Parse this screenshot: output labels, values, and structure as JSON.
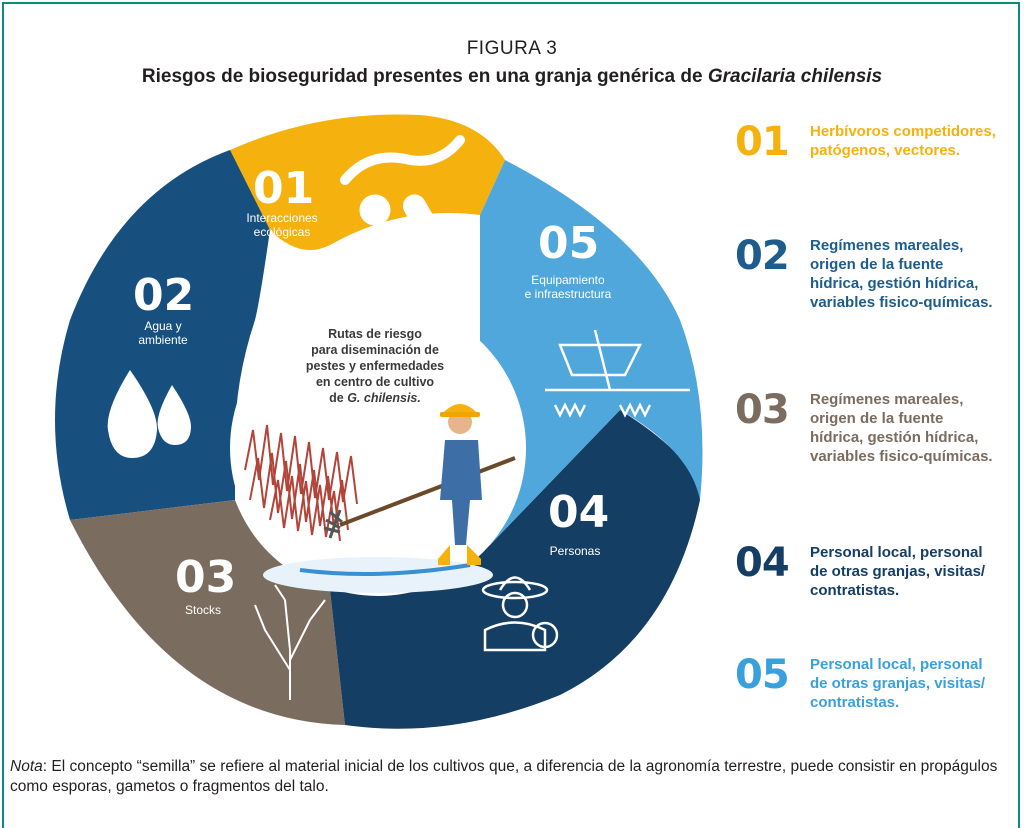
{
  "figure": {
    "label": "FIGURA 3",
    "title_plain": "Riesgos de bioseguridad presentes en una granja genérica de ",
    "title_italic": "Gracilaria chilensis"
  },
  "wheel": {
    "center_lines": [
      "Rutas de riesgo",
      "para diseminación de",
      "pestes y enfermedades",
      "en centro de cultivo"
    ],
    "center_last_plain": "de ",
    "center_last_italic": "G. chilensis.",
    "segments": [
      {
        "number": "01",
        "label_lines": [
          "Interacciones",
          "ecológicas"
        ],
        "color": "#f5b20e"
      },
      {
        "number": "02",
        "label_lines": [
          "Agua y",
          "ambiente"
        ],
        "color": "#17507f"
      },
      {
        "number": "03",
        "label_lines": [
          "Stocks"
        ],
        "color": "#7b6c60"
      },
      {
        "number": "04",
        "label_lines": [
          "Personas"
        ],
        "color": "#153e64"
      },
      {
        "number": "05",
        "label_lines": [
          "Equipamiento",
          "e infraestructura"
        ],
        "color": "#4fa7dc"
      }
    ]
  },
  "legend": [
    {
      "number": "01",
      "text": "Herbívoros competidores, patógenos, vectores.",
      "color": "#f5b20e"
    },
    {
      "number": "02",
      "text": "Regímenes mareales, origen de la fuente hídrica, gestión hídrica, variables fisico-químicas.",
      "color": "#1d5c8c"
    },
    {
      "number": "03",
      "text": "Regímenes mareales, origen de la fuente hídrica, gestión hídrica, variables fisico-químicas.",
      "color": "#7b6c60"
    },
    {
      "number": "04",
      "text": "Personal local, personal de otras granjas, visitas/ contratistas.",
      "color": "#153e64"
    },
    {
      "number": "05",
      "text": "Personal local, personal de otras granjas, visitas/ contratistas.",
      "color": "#3aa0dc"
    }
  ],
  "note": {
    "lead": "Nota",
    "text": ": El concepto “semilla” se refiere al material inicial de los cultivos que, a diferencia de la agronomía terrestre, puede consistir en propágulos como esporas, gametos o fragmentos del talo."
  },
  "icons": [
    "microorganism-icon",
    "water-drops-icon",
    "seaweed-icon",
    "farmer-icon",
    "boat-icon",
    "worker-with-rake-illustration"
  ]
}
